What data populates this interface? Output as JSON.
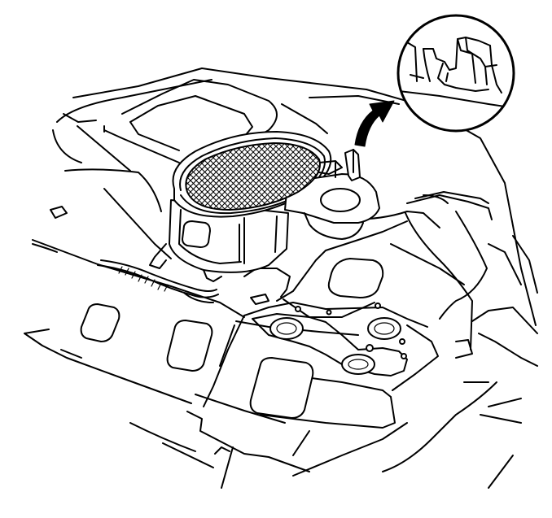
{
  "diagram": {
    "line_color": "#000000",
    "background_color": "#ffffff",
    "parts": [
      {
        "name": "rear-shelf-panel"
      },
      {
        "name": "speaker-grille"
      },
      {
        "name": "speaker-housing"
      },
      {
        "name": "retaining-tab"
      },
      {
        "name": "detail-callout"
      },
      {
        "name": "callout-arrow"
      }
    ]
  }
}
